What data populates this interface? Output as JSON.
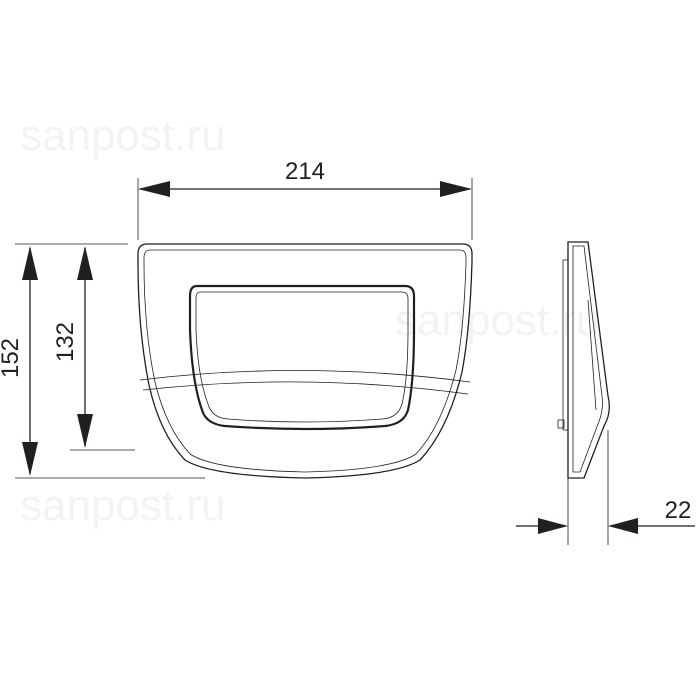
{
  "watermark": "sanpost.ru",
  "dimensions": {
    "width": "214",
    "height_outer": "152",
    "height_inner": "132",
    "depth": "22"
  }
}
